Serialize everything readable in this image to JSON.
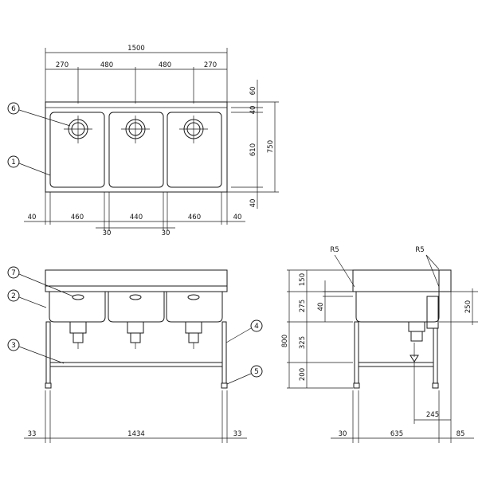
{
  "top_view": {
    "overall_width": "1500",
    "upper_dims": [
      "270",
      "480",
      "480",
      "270"
    ],
    "lower_dims": [
      "40",
      "460",
      "440",
      "460",
      "40"
    ],
    "gap_dims": [
      "30",
      "30"
    ],
    "right_dims": [
      "60",
      "40",
      "610",
      "40"
    ],
    "depth": "750",
    "callouts": [
      "6",
      "1"
    ]
  },
  "front_view": {
    "bottom_dims": [
      "33",
      "1434",
      "33"
    ],
    "callouts": [
      "7",
      "2",
      "3",
      "4",
      "5"
    ]
  },
  "side_view": {
    "radius_labels": [
      "R5",
      "R5"
    ],
    "height_dims": [
      "150",
      "275",
      "40",
      "325",
      "200"
    ],
    "total_height": "800",
    "bowl_depth": "250",
    "drain_offset": "245",
    "bottom_dims": [
      "30",
      "635",
      "85"
    ]
  }
}
